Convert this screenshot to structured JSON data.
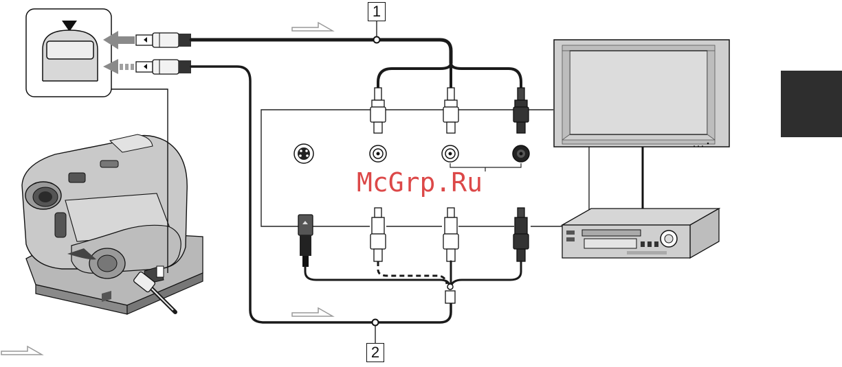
{
  "callouts": {
    "one": "1",
    "two": "2"
  },
  "watermark": "McGrp.Ru",
  "colors": {
    "cable": "#1a1a1a",
    "arrow": "#8a8a8a",
    "device": "#d0d0d0",
    "device_dark": "#6a6a6a",
    "tab": "#2e2e2e",
    "watermark": "#d21414"
  },
  "icons": [
    "input-arrow-icon",
    "s-video-jack-icon",
    "rca-jack-icon",
    "triangle-marker-icon"
  ]
}
